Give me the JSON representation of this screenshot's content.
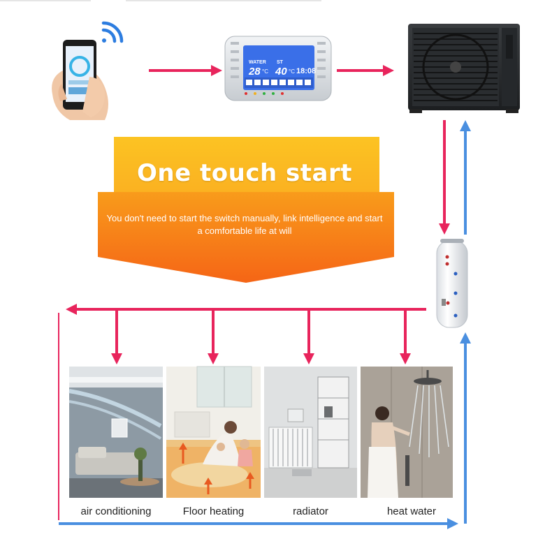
{
  "banner": {
    "title": "One touch start",
    "subtitle": "You don't need to start the switch manually, link intelligence and start a comfortable life at will"
  },
  "controller": {
    "water_label": "WATER",
    "water_temp": "28",
    "set_label": "ST",
    "set_temp": "40",
    "unit": "°C",
    "time": "18:08"
  },
  "applications": [
    {
      "label": "air conditioning"
    },
    {
      "label": "Floor heating"
    },
    {
      "label": "radiator"
    },
    {
      "label": "heat water"
    }
  ],
  "colors": {
    "supply_arrow": "#e8245c",
    "return_arrow": "#4a8fe0",
    "banner_top": "#fbb81c",
    "banner_bottom": "#f56b18",
    "screen_blue": "#3a6fe8"
  }
}
